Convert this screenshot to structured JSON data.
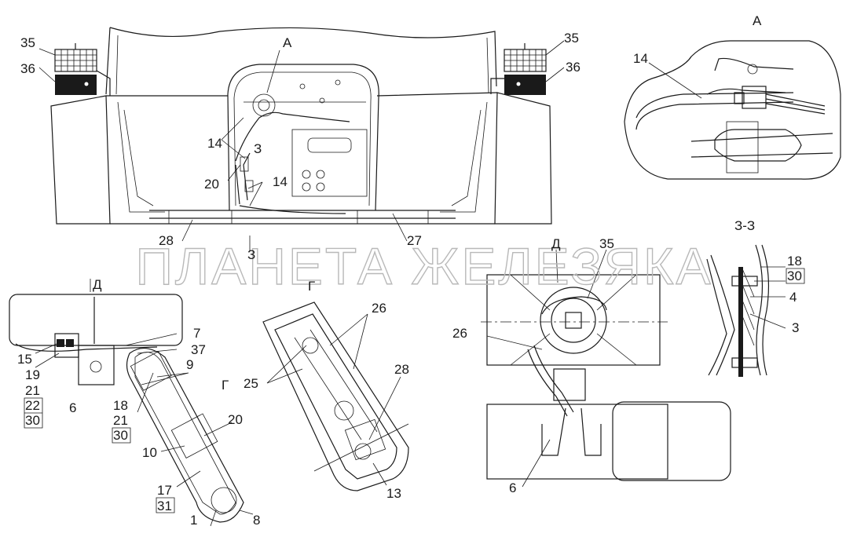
{
  "watermark": "ПЛАНЕТА ЖЕЛЕЗЯКА",
  "view_labels": {
    "view_a_top": "А",
    "view_a_arrow": "А",
    "section_z_z": "З-З",
    "section_z_arrow_top": "З",
    "section_z_arrow_bottom": "З",
    "view_g": "Г",
    "view_g_arrow": "Г",
    "view_d_left": "Д",
    "view_d_right": "Д"
  },
  "callouts": {
    "main_35_left": "35",
    "main_36_left": "36",
    "main_35_right": "35",
    "main_36_right": "36",
    "main_14_a": "14",
    "main_20": "20",
    "main_14_b": "14",
    "main_28": "28",
    "main_27": "27",
    "a_14": "14",
    "zz_18": "18",
    "zz_30": "30",
    "zz_4": "4",
    "zz_3": "3",
    "d_15": "15",
    "d_19": "19",
    "d_21": "21",
    "d_22": "22",
    "d_30": "30",
    "d_6": "6",
    "arm_7": "7",
    "arm_37": "37",
    "arm_9": "9",
    "arm_18": "18",
    "arm_21": "21",
    "arm_30": "30",
    "arm_20": "20",
    "arm_10": "10",
    "arm_17": "17",
    "arm_31": "31",
    "arm_1": "1",
    "arm_8": "8",
    "g_26": "26",
    "g_25": "25",
    "g_28": "28",
    "g_13": "13",
    "dr_35": "35",
    "dr_26": "26",
    "dr_6": "6"
  }
}
